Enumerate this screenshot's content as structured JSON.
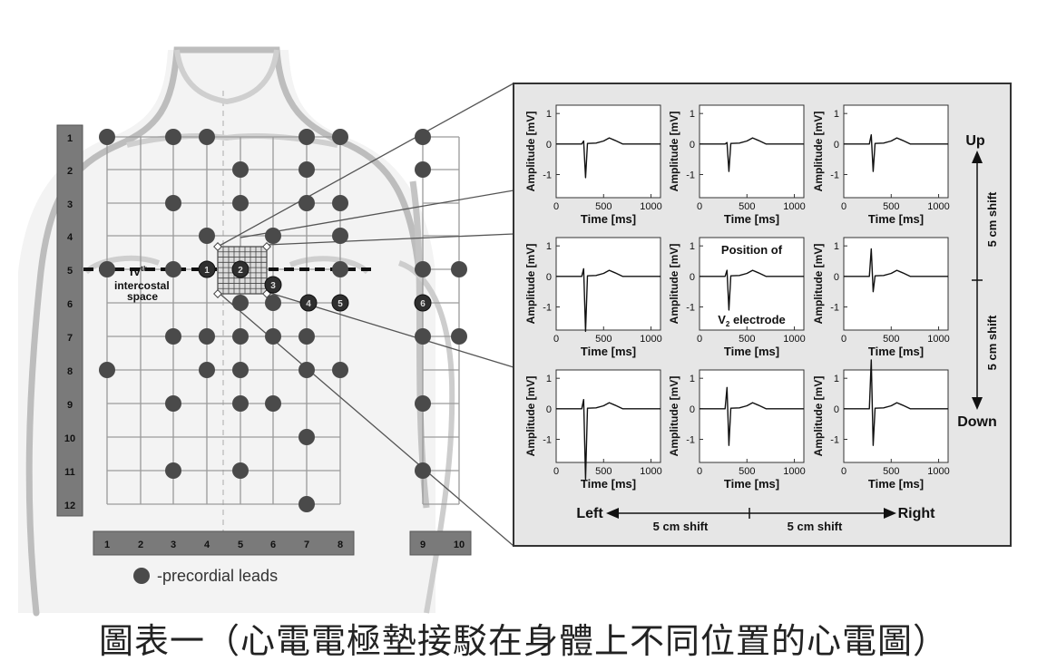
{
  "left_ruler": {
    "labels": [
      "1",
      "2",
      "3",
      "4",
      "5",
      "6",
      "7",
      "8",
      "9",
      "10",
      "11",
      "12"
    ]
  },
  "bottom_ruler": {
    "labels": [
      "1",
      "2",
      "3",
      "4",
      "5",
      "6",
      "7",
      "8"
    ]
  },
  "side_ruler": {
    "labels": [
      "9",
      "10"
    ]
  },
  "chest": {
    "intercostal_label": [
      "IV",
      "th",
      "intercostal",
      "space"
    ],
    "electrode_labels": [
      "1",
      "2",
      "3",
      "4",
      "5",
      "6"
    ]
  },
  "legend": {
    "text": "-precordial leads"
  },
  "panel": {
    "x_label": "Time [ms]",
    "y_label": "Amplitude [mV]",
    "x_ticks": [
      "0",
      "500",
      "1000"
    ],
    "y_ticks": [
      "1",
      "0",
      "-1"
    ],
    "center_text_top": "Position of",
    "center_text_bottom_pre": "V",
    "center_text_bottom_sub": "2",
    "center_text_bottom_post": " electrode",
    "up": "Up",
    "down": "Down",
    "left": "Left",
    "right": "Right",
    "shift": "5 cm shift"
  },
  "caption": "圖表一（心電電極墊接駁在身體上不同位置的心電圖）"
}
